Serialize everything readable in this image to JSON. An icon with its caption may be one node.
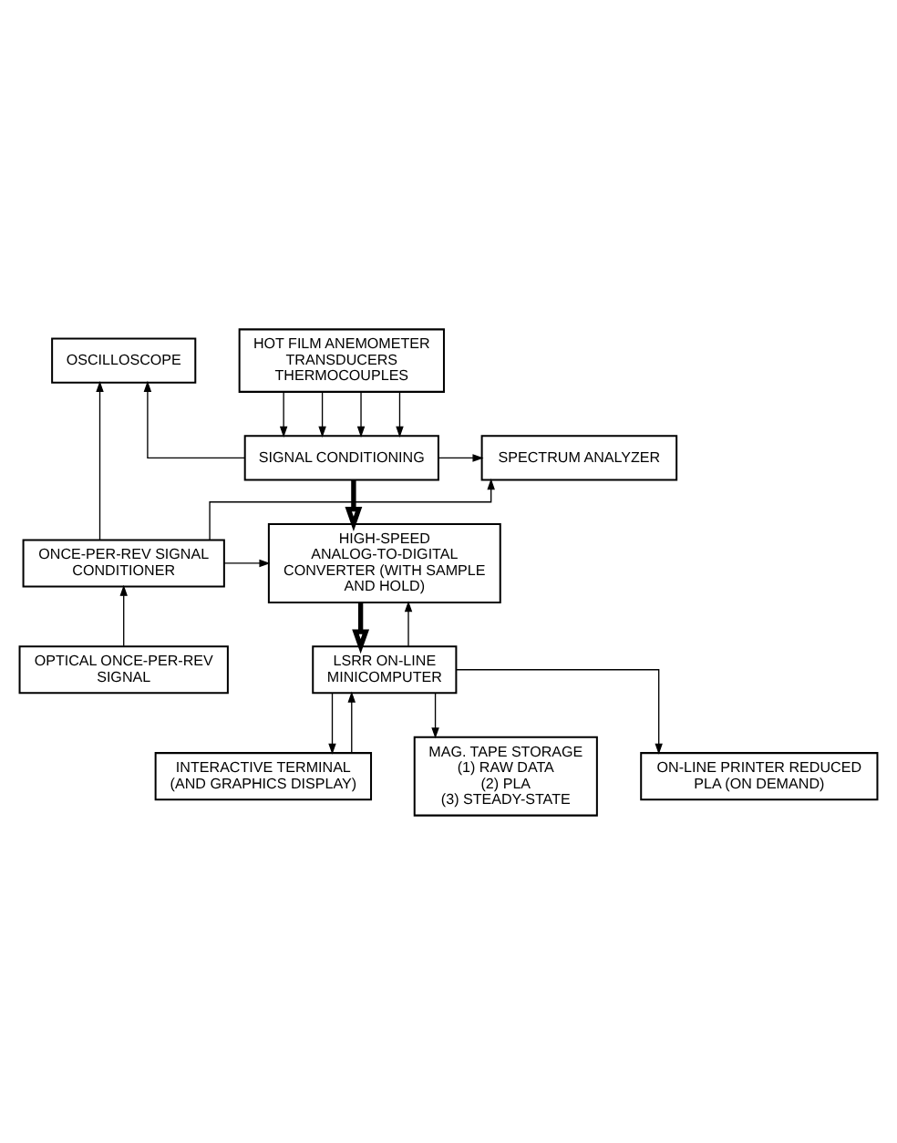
{
  "diagram": {
    "nodes": [
      {
        "text": [
          "HOT FILM ANEMOMETER TRANSDUCERS THERMOCOUPLES"
        ]
      },
      {
        "text": [
          "SIGNAL CONDITIONING"
        ]
      },
      {
        "text": [
          "OSCILLOSCOPE"
        ]
      },
      {
        "text": [
          "SPECTRUM ANALYZER"
        ]
      },
      {
        "text": [
          "HIGH-SPEED ANALOG-TO-DIGITAL CONVERTER (WITH SAMPLE AND HOLD)"
        ]
      },
      {
        "text": [
          "ONCE-PER-REV SIGNAL CONDITIONER"
        ]
      },
      {
        "text": [
          "OPTICAL ONCE-PER-REV SIGNAL"
        ]
      },
      {
        "text": [
          "LSRR ON-LINE MINICOMPUTER"
        ]
      },
      {
        "text": [
          "INTERACTIVE TERMINAL (AND GRAPHICS DISPLAY)"
        ]
      },
      {
        "text": [
          "MAG. TAPE STORAGE",
          "(1) RAW DATA",
          "(2) PLA",
          "(3) STEADY-STATE"
        ]
      },
      {
        "text": [
          "ON-LINE PRINTER REDUCED PLA (ON DEMAND)"
        ]
      }
    ],
    "edges": [
      {
        "from": 0,
        "to": 1,
        "arrow": "to"
      },
      {
        "from": 0,
        "to": 1,
        "arrow": "to"
      },
      {
        "from": 0,
        "to": 1,
        "arrow": "to"
      },
      {
        "from": 0,
        "to": 1,
        "arrow": "to"
      },
      {
        "from": 1,
        "to": 2,
        "arrow": "to"
      },
      {
        "from": 1,
        "to": 3,
        "arrow": "to"
      },
      {
        "from": 1,
        "to": 4,
        "arrow": "to",
        "style": "thick"
      },
      {
        "from": 5,
        "to": 4,
        "arrow": "to"
      },
      {
        "from": 5,
        "to": 2,
        "arrow": "to"
      },
      {
        "from": 5,
        "to": 3,
        "arrow": "to"
      },
      {
        "from": 6,
        "to": 5,
        "arrow": "to"
      },
      {
        "from": 4,
        "to": 7,
        "arrow": "to",
        "style": "thick"
      },
      {
        "from": 7,
        "to": 4,
        "arrow": "to"
      },
      {
        "from": 8,
        "to": 7,
        "arrow": "to"
      },
      {
        "from": 7,
        "to": 8,
        "arrow": "to"
      },
      {
        "from": 7,
        "to": 9,
        "arrow": "to"
      },
      {
        "from": 7,
        "to": 10,
        "arrow": "to"
      }
    ]
  }
}
